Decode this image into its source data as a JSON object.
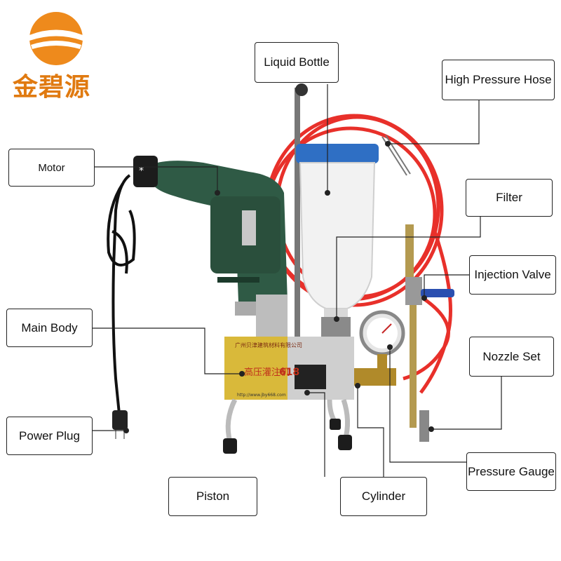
{
  "brand": {
    "name": "金碧源",
    "logo_icon": "sun-over-water-logo",
    "accent_color": "#e07a10"
  },
  "labels": {
    "liquid_bottle": "Liquid Bottle",
    "high_pressure_hose": "High Pressure Hose",
    "motor": "Motor",
    "filter": "Filter",
    "injection_valve": "Injection Valve",
    "main_body": "Main Body",
    "nozzle_set": "Nozzle Set",
    "power_plug": "Power Plug",
    "pressure_gauge": "Pressure Gauge",
    "piston": "Piston",
    "cylinder": "Cylinder"
  },
  "machine_plate": {
    "company": "广州贝津建筑材料有限公司",
    "model_text": "高压灌注机",
    "model_number": "618",
    "url": "http://www.jby668.com"
  },
  "colors": {
    "drill_body": "#2f5a45",
    "hose": "#e8302a",
    "plate": "#d9b93a",
    "bottle_cap": "#2f6fc4",
    "valve_handle": "#2a4fb0"
  }
}
